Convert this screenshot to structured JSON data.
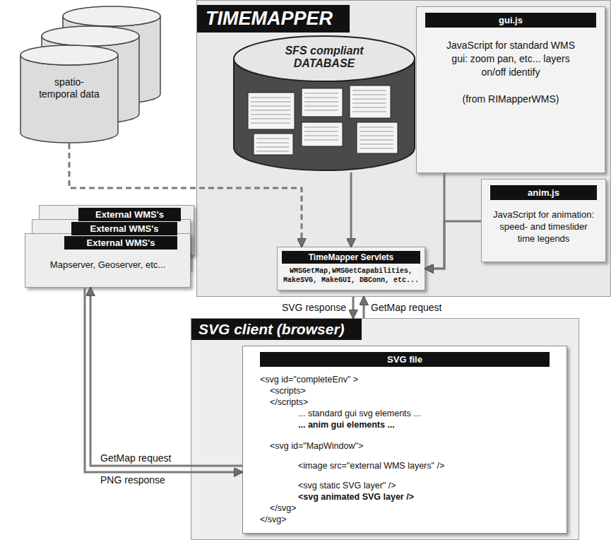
{
  "diagram": {
    "nodes": [
      {
        "text": [
          "spatio-temporal data"
        ]
      },
      {
        "text": [
          "TIMEMAPPER"
        ]
      },
      {
        "text": [
          "SFS compliant DATABASE"
        ],
        "in": 1
      },
      {
        "text": [
          "gui.js",
          "JavaScript for standard WMS gui: zoom pan, etc... layers on/off identify",
          "(from RIMapperWMS)"
        ],
        "in": 1
      },
      {
        "text": [
          "anim.js",
          "JavaScript for animation: speed- and timeslider time legends"
        ],
        "in": 1
      },
      {
        "text": [
          "TimeMapper Servlets",
          "WMSGetMap,WMSGetCapabilities, MakeSVG, MakeGUI, DBConn, etc..."
        ],
        "in": 1
      },
      {
        "text": [
          "External WMS's"
        ]
      },
      {
        "text": [
          "External WMS's"
        ]
      },
      {
        "text": [
          "External WMS's",
          "Mapserver, Geoserver, etc..."
        ]
      },
      {
        "text": [
          "SVG client (browser)"
        ]
      },
      {
        "text": [
          "SVG file",
          "<svg id=\"completeEnv\" >",
          "<scripts>",
          "</scripts>",
          "... standard gui svg elements ...",
          "... anim gui elements ...",
          "<svg id=\"MapWindow\">",
          "<image src=\"external WMS layers\" />",
          "<svg static SVG layer\" />",
          "<svg animated SVG layer />",
          "</svg>",
          "</svg>"
        ],
        "in": 9
      }
    ],
    "edges": [
      {
        "from": 0,
        "to": 5,
        "arrow": "to"
      },
      {
        "from": 2,
        "to": 5,
        "arrow": "to"
      },
      {
        "from": 3,
        "to": 5,
        "arrow": "to"
      },
      {
        "from": 4,
        "to": 5,
        "arrow": "to"
      },
      {
        "from": 1,
        "to": 9,
        "arrow": "to",
        "label": "SVG response"
      },
      {
        "from": 9,
        "to": 1,
        "arrow": "to",
        "label": "GetMap request"
      },
      {
        "from": 10,
        "to": 8,
        "arrow": "to",
        "label": "GetMap request"
      },
      {
        "from": 8,
        "to": 10,
        "arrow": "to",
        "label": "PNG response"
      }
    ]
  }
}
